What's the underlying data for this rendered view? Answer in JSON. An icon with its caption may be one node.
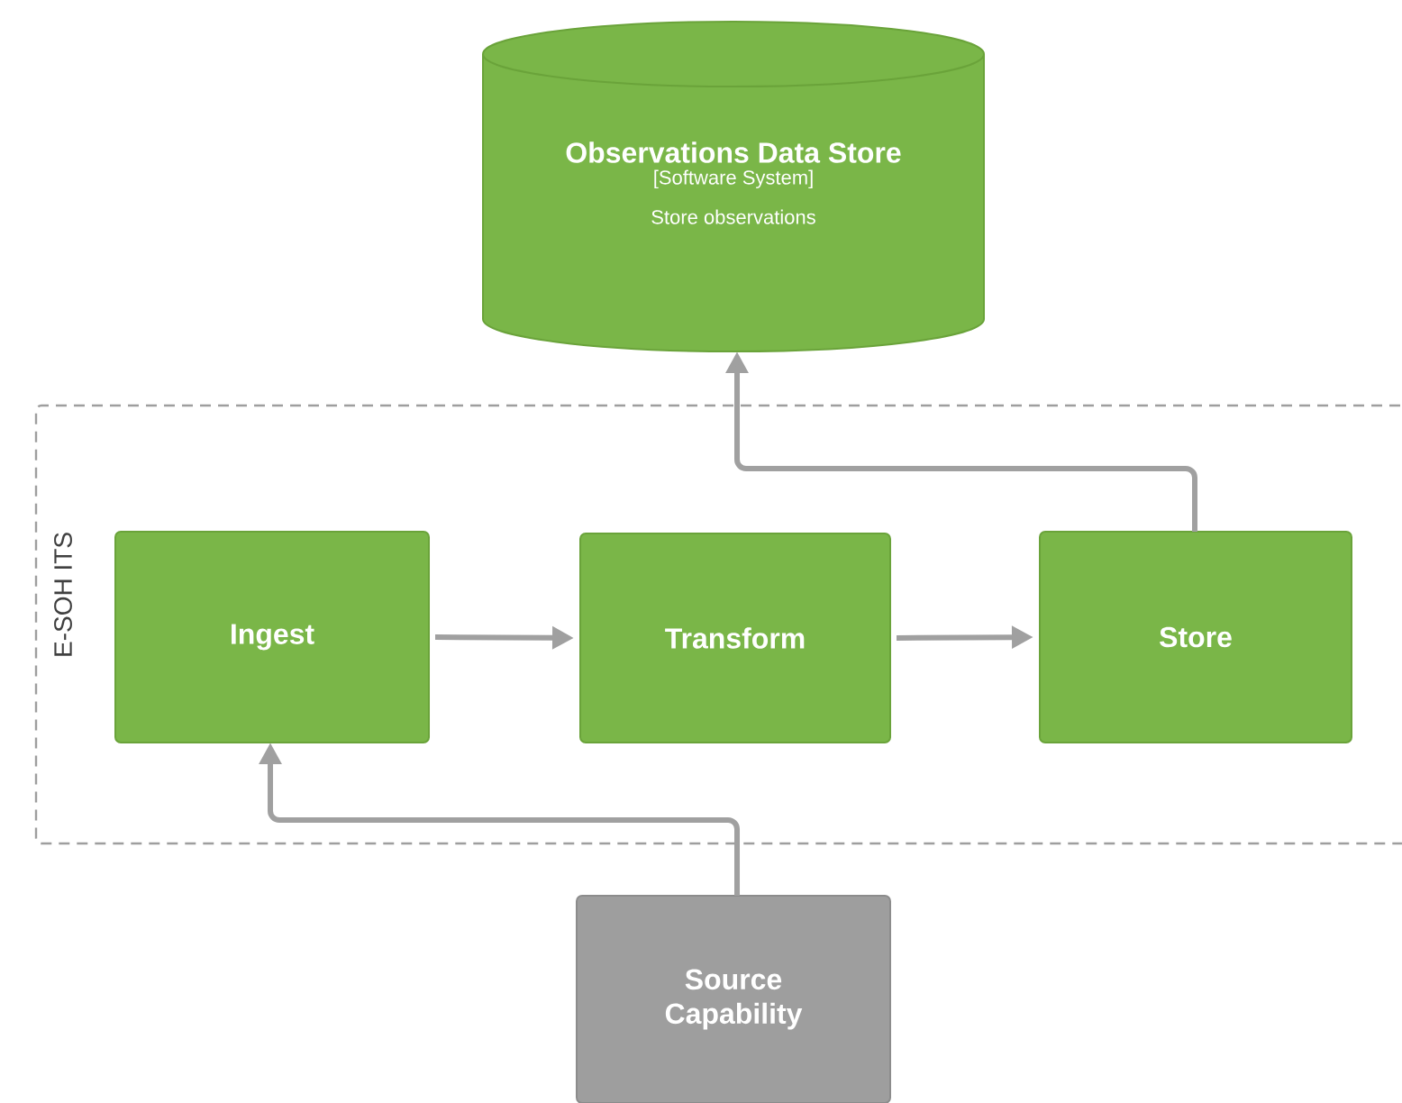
{
  "diagram": {
    "nodes": [
      {
        "text": [
          "Observations Data Store",
          "[Software System]",
          "Store observations"
        ]
      },
      {
        "text": [
          "E-SOH ITS"
        ]
      },
      {
        "text": [
          "Ingest"
        ],
        "in": 1
      },
      {
        "text": [
          "Transform"
        ],
        "in": 1
      },
      {
        "text": [
          "Store"
        ],
        "in": 1
      },
      {
        "text": [
          "Source Capability"
        ]
      }
    ],
    "edges": [
      {
        "from": 2,
        "to": 3,
        "arrow": "to"
      },
      {
        "from": 3,
        "to": 4,
        "arrow": "to"
      },
      {
        "from": 4,
        "to": 0,
        "arrow": "to"
      },
      {
        "from": 5,
        "to": 2,
        "arrow": "to"
      }
    ]
  }
}
